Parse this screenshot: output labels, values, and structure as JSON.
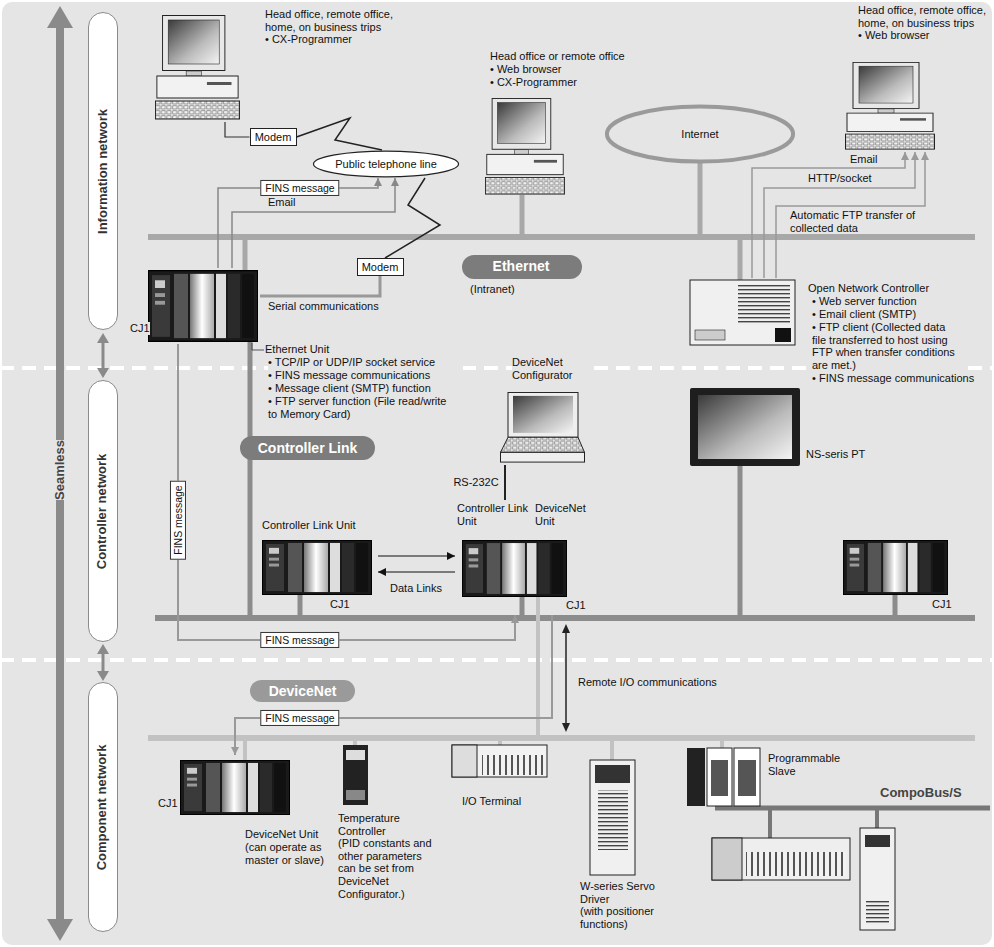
{
  "diagram": {
    "nodes": [
      {
        "text": [
          "Information network"
        ]
      },
      {
        "text": [
          "Controller network"
        ]
      },
      {
        "text": [
          "Component network"
        ]
      },
      {
        "text": [
          "Head office, remote office, home, on business trips",
          "• CX-Programmer"
        ]
      },
      {
        "text": [
          "Modem"
        ]
      },
      {
        "text": [
          "Public telephone line"
        ]
      },
      {
        "text": [
          "Head office or remote office",
          "• Web browser",
          "• CX-Programmer"
        ]
      },
      {
        "text": [
          "Internet"
        ]
      },
      {
        "text": [
          "Head office, remote office, home, on business trips",
          "• Web browser"
        ]
      },
      {
        "text": [
          "Ethernet",
          "(Intranet)"
        ]
      },
      {
        "text": [
          "Modem"
        ]
      },
      {
        "text": [
          "CJ1"
        ]
      },
      {
        "text": [
          "Ethernet Unit",
          "• TCP/IP or UDP/IP socket service",
          "• FINS message communications",
          "• Message client (SMTP) function",
          "• FTP server function (File read/write to Memory Card)"
        ]
      },
      {
        "text": [
          "Open Network Controller",
          "• Web server function",
          "• Email client (SMTP)",
          "• FTP client (Collected data file transferred to host using FTP when transfer conditions are met.)",
          "• FINS message communications"
        ]
      },
      {
        "text": [
          "Controller Link"
        ]
      },
      {
        "text": [
          "DeviceNet Configurator"
        ]
      },
      {
        "text": [
          "NS-seris PT"
        ]
      },
      {
        "text": [
          "Controller Link Unit",
          "CJ1"
        ]
      },
      {
        "text": [
          "Controller Link Unit",
          "DeviceNet Unit",
          "CJ1"
        ]
      },
      {
        "text": [
          "CJ1"
        ]
      },
      {
        "text": [
          "DeviceNet"
        ]
      },
      {
        "text": [
          "CJ1",
          "DeviceNet Unit",
          "(can operate as master or slave)"
        ]
      },
      {
        "text": [
          "Temperature Controller",
          "(PID constants and other parameters can be set from DeviceNet Configurator.)"
        ]
      },
      {
        "text": [
          "I/O Terminal"
        ]
      },
      {
        "text": [
          "W-series Servo Driver",
          "(with positioner functions)"
        ]
      },
      {
        "text": [
          "Programmable Slave"
        ]
      }
    ],
    "edges": [
      {
        "from": 3,
        "to": 4,
        "arrow": "none"
      },
      {
        "from": 4,
        "to": 5,
        "arrow": "none"
      },
      {
        "from": 5,
        "to": 10,
        "arrow": "none"
      },
      {
        "from": 10,
        "to": 11,
        "label": "Serial communications",
        "arrow": "none"
      },
      {
        "from": 11,
        "to": 5,
        "label": "FINS message",
        "arrow": "to"
      },
      {
        "from": 11,
        "to": 5,
        "label": "Email",
        "arrow": "to"
      },
      {
        "from": 13,
        "to": 8,
        "label": "Email",
        "arrow": "to"
      },
      {
        "from": 13,
        "to": 8,
        "label": "HTTP/socket",
        "arrow": "to"
      },
      {
        "from": 13,
        "to": 8,
        "label": "Automatic FTP transfer of collected data",
        "arrow": "to"
      },
      {
        "from": 11,
        "to": 18,
        "label": "FINS message",
        "arrow": "to"
      },
      {
        "from": 17,
        "to": 18,
        "arrow": "to"
      },
      {
        "from": 18,
        "to": 17,
        "label": "Data Links",
        "arrow": "to"
      },
      {
        "from": 15,
        "to": 18,
        "label": "RS-232C",
        "arrow": "none"
      },
      {
        "from": 18,
        "to": 21,
        "label": "FINS message",
        "arrow": "to"
      }
    ],
    "labels": [
      "Seamless",
      "FINS message",
      "Remote I/O communications",
      "CompoBus/S"
    ]
  }
}
